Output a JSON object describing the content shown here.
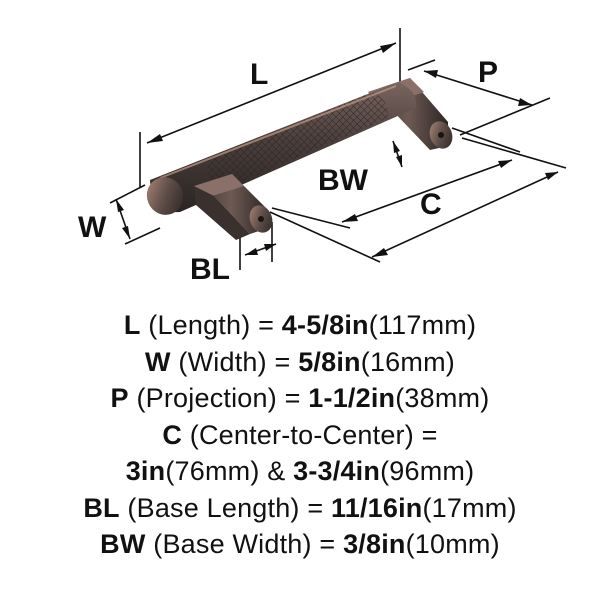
{
  "dimension_labels": {
    "L": "L",
    "P": "P",
    "W": "W",
    "BW": "BW",
    "C": "C",
    "BL": "BL"
  },
  "specs": [
    {
      "parts": [
        {
          "t": "L",
          "b": true
        },
        {
          "t": " (Length) = "
        },
        {
          "t": "4-5/8in",
          "b": true
        },
        {
          "t": "(117mm)"
        }
      ]
    },
    {
      "parts": [
        {
          "t": "W",
          "b": true
        },
        {
          "t": " (Width) = "
        },
        {
          "t": "5/8in",
          "b": true
        },
        {
          "t": "(16mm)"
        }
      ]
    },
    {
      "parts": [
        {
          "t": "P",
          "b": true
        },
        {
          "t": " (Projection) = "
        },
        {
          "t": "1-1/2in",
          "b": true
        },
        {
          "t": "(38mm)"
        }
      ]
    },
    {
      "parts": [
        {
          "t": "C",
          "b": true
        },
        {
          "t": " (Center-to-Center) ="
        }
      ]
    },
    {
      "parts": [
        {
          "t": "3in",
          "b": true
        },
        {
          "t": "(76mm) & "
        },
        {
          "t": "3-3/4in",
          "b": true
        },
        {
          "t": "(96mm)"
        }
      ]
    },
    {
      "parts": [
        {
          "t": "BL",
          "b": true
        },
        {
          "t": " (Base Length) = "
        },
        {
          "t": "11/16in",
          "b": true
        },
        {
          "t": "(17mm)"
        }
      ]
    },
    {
      "parts": [
        {
          "t": "BW",
          "b": true
        },
        {
          "t": " (Base Width) = "
        },
        {
          "t": "3/8in",
          "b": true
        },
        {
          "t": "(10mm)"
        }
      ]
    }
  ],
  "colors": {
    "finish": "#4a3f3c",
    "highlight": "#b08a7a",
    "line": "#111111"
  }
}
